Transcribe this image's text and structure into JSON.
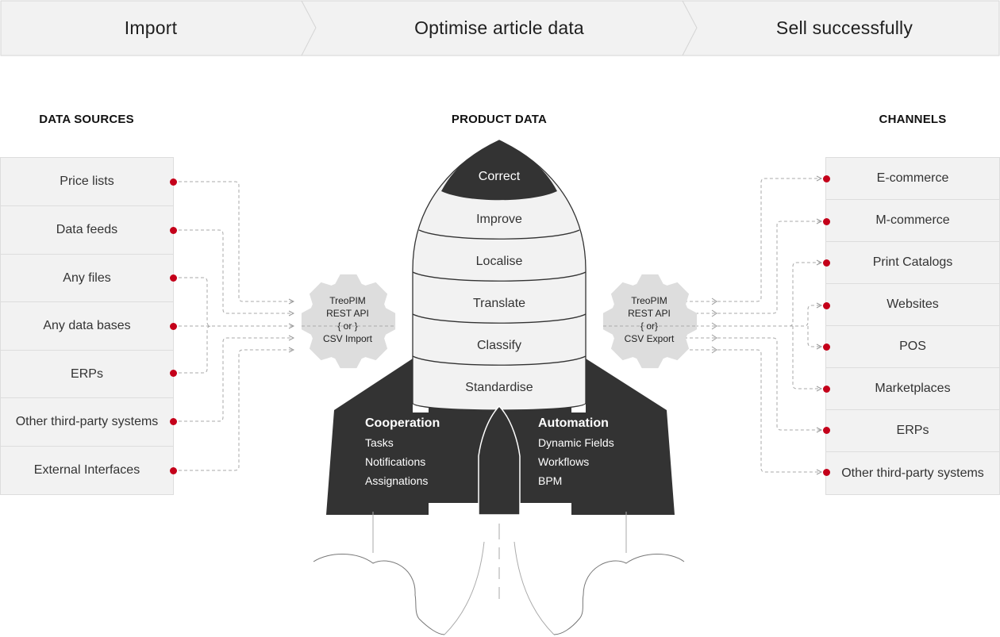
{
  "steps": [
    "Import",
    "Optimise article data",
    "Sell successfully"
  ],
  "headings": {
    "sources": "DATA SOURCES",
    "product": "PRODUCT DATA",
    "channels": "CHANNELS"
  },
  "sources": [
    "Price lists",
    "Data feeds",
    "Any files",
    "Any data bases",
    "ERPs",
    "Other third-party systems",
    "External Interfaces"
  ],
  "channels": [
    "E-commerce",
    "M-commerce",
    "Print Catalogs",
    "Websites",
    "POS",
    "Marketplaces",
    "ERPs",
    "Other third-party systems"
  ],
  "gear_import": [
    "TreoPIM",
    "REST API",
    "{ or }",
    "CSV Import"
  ],
  "gear_export": [
    "TreoPIM",
    "REST API",
    "{ or}",
    "CSV Export"
  ],
  "layers": [
    "Correct",
    "Improve",
    "Localise",
    "Translate",
    "Classify",
    "Standardise"
  ],
  "cooperation": {
    "title": "Cooperation",
    "items": [
      "Tasks",
      "Notifications",
      "Assignations"
    ]
  },
  "automation": {
    "title": "Automation",
    "items": [
      "Dynamic Fields",
      "Workflows",
      "BPM"
    ]
  },
  "colors": {
    "accent": "#c4001a",
    "rocket": "#333333",
    "box_fill": "#f2f2f2",
    "gear": "#dddddd"
  }
}
